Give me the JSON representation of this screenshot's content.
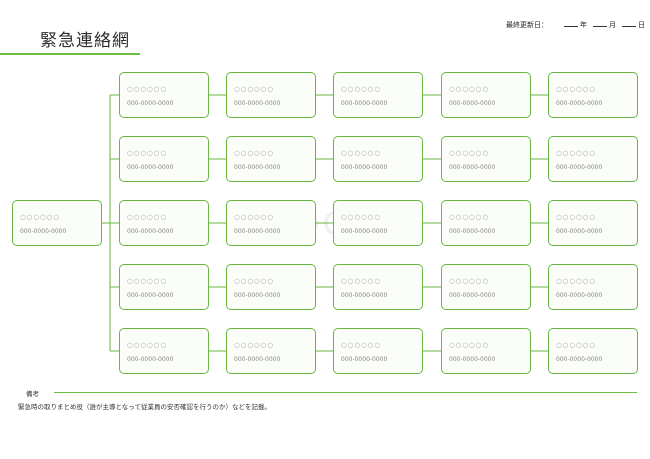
{
  "header": {
    "last_updated_label": "最終更新日：",
    "year_unit": "年",
    "month_unit": "月",
    "day_unit": "日"
  },
  "title": "緊急連絡網",
  "root": {
    "name": "○○○○○○",
    "phone": "000-0000-0000"
  },
  "grid": {
    "rows": [
      [
        {
          "name": "○○○○○○",
          "phone": "000-0000-0000"
        },
        {
          "name": "○○○○○○",
          "phone": "000-0000-0000"
        },
        {
          "name": "○○○○○○",
          "phone": "000-0000-0000"
        },
        {
          "name": "○○○○○○",
          "phone": "000-0000-0000"
        },
        {
          "name": "○○○○○○",
          "phone": "000-0000-0000"
        }
      ],
      [
        {
          "name": "○○○○○○",
          "phone": "000-0000-0000"
        },
        {
          "name": "○○○○○○",
          "phone": "000-0000-0000"
        },
        {
          "name": "○○○○○○",
          "phone": "000-0000-0000"
        },
        {
          "name": "○○○○○○",
          "phone": "000-0000-0000"
        },
        {
          "name": "○○○○○○",
          "phone": "000-0000-0000"
        }
      ],
      [
        {
          "name": "○○○○○○",
          "phone": "000-0000-0000"
        },
        {
          "name": "○○○○○○",
          "phone": "000-0000-0000"
        },
        {
          "name": "○○○○○○",
          "phone": "000-0000-0000"
        },
        {
          "name": "○○○○○○",
          "phone": "000-0000-0000"
        },
        {
          "name": "○○○○○○",
          "phone": "000-0000-0000"
        }
      ],
      [
        {
          "name": "○○○○○○",
          "phone": "000-0000-0000"
        },
        {
          "name": "○○○○○○",
          "phone": "000-0000-0000"
        },
        {
          "name": "○○○○○○",
          "phone": "000-0000-0000"
        },
        {
          "name": "○○○○○○",
          "phone": "000-0000-0000"
        },
        {
          "name": "○○○○○○",
          "phone": "000-0000-0000"
        }
      ],
      [
        {
          "name": "○○○○○○",
          "phone": "000-0000-0000"
        },
        {
          "name": "○○○○○○",
          "phone": "000-0000-0000"
        },
        {
          "name": "○○○○○○",
          "phone": "000-0000-0000"
        },
        {
          "name": "○○○○○○",
          "phone": "000-0000-0000"
        },
        {
          "name": "○○○○○○",
          "phone": "000-0000-0000"
        }
      ]
    ]
  },
  "notes": {
    "label": "備考",
    "text": "緊急時の取りまとめ役（誰が主導となって従業員の安否確認を行うのか）などを記載。"
  },
  "watermark": "bizocean",
  "colors": {
    "accent": "#6ab541",
    "box_fill": "#fbfdf9"
  }
}
